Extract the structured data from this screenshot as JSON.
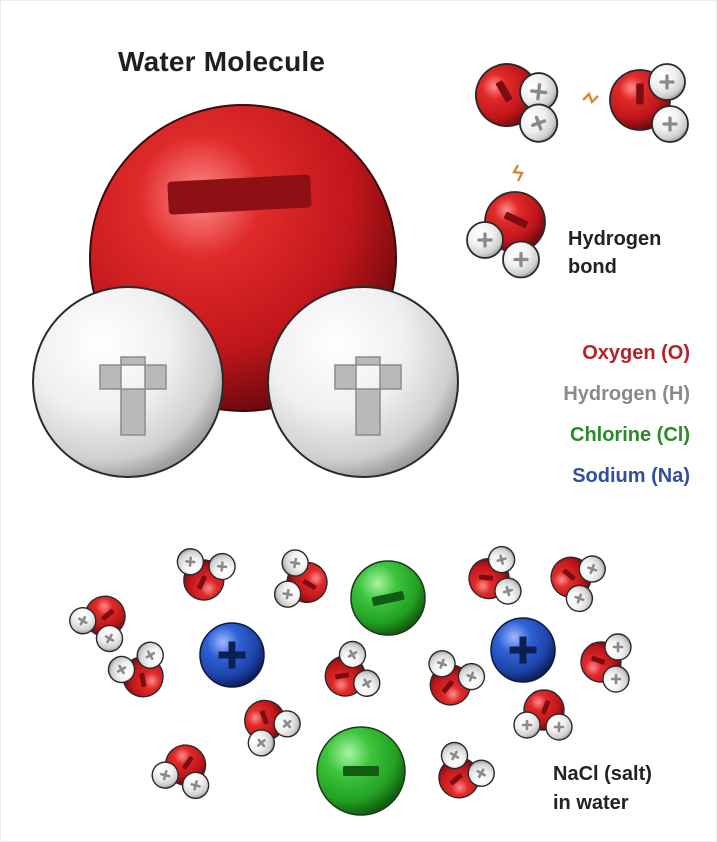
{
  "title": "Water Molecule",
  "hydrogen_bond": {
    "line1": "Hydrogen",
    "line2": "bond"
  },
  "legend": [
    {
      "label": "Oxygen (O)",
      "color": "#b3232a"
    },
    {
      "label": "Hydrogen (H)",
      "color": "#8a8a8a"
    },
    {
      "label": "Chlorine (Cl)",
      "color": "#2a8a2a"
    },
    {
      "label": "Sodium (Na)",
      "color": "#2f4fa0"
    }
  ],
  "salt": {
    "line1": "NaCl (salt)",
    "line2": "in water"
  },
  "colors": {
    "oxygen": "#c8161c",
    "hydrogen": "#e6e6e6",
    "chlorine": "#2fb52f",
    "sodium": "#2550c0",
    "bond": "#d88a2a"
  },
  "icons": [
    "plus-icon",
    "minus-icon",
    "hydrogen-bond-icon"
  ]
}
